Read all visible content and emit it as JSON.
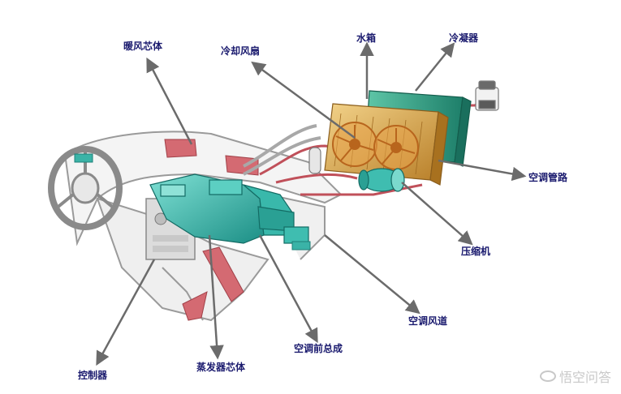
{
  "labels": {
    "heater_core": "暖风芯体",
    "cooling_fan": "冷却风扇",
    "water_tank": "水箱",
    "condenser": "冷凝器",
    "ac_pipe": "空调管路",
    "compressor": "压缩机",
    "ac_duct": "空调风道",
    "ac_assembly": "空调前总成",
    "evaporator_core": "蒸发器芯体",
    "controller": "控制器"
  },
  "watermark": {
    "text": "悟空问答"
  },
  "colors": {
    "label_text": "#1a1a6e",
    "arrow": "#6b6b6b",
    "hvac_teal": "#2fb3a8",
    "radiator_gold": "#d9a441",
    "condenser_green": "#2f9b82",
    "pipe_red": "#c0505a",
    "dashboard_outline": "#9a9a9a"
  }
}
